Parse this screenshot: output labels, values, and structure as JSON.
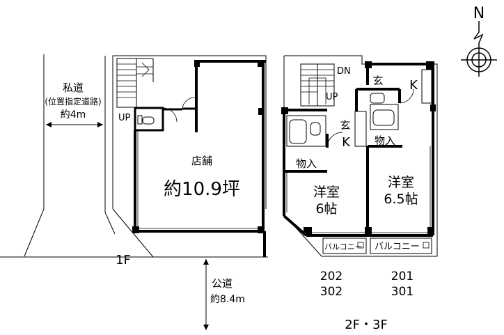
{
  "compass": {
    "north_label": "N"
  },
  "private_road": {
    "line1": "私道",
    "line2": "(位置指定道路)",
    "line3": "約4m"
  },
  "public_road": {
    "line1": "公道",
    "line2": "約8.4m"
  },
  "floor1": {
    "up_label": "UP",
    "shop_label": "店舗",
    "shop_area": "約10.9坪",
    "floor_label": "1F"
  },
  "floor23": {
    "dn_label": "DN",
    "up_label": "UP",
    "entrance_left": "玄",
    "entrance_right": "玄",
    "kitchen_left": "K",
    "kitchen_right": "K",
    "storage_left": "物入",
    "storage_right": "物入",
    "room_left_name": "洋室",
    "room_left_size": "6帖",
    "room_right_name": "洋室",
    "room_right_size": "6.5帖",
    "balcony_left": "バルコニー",
    "balcony_right": "バルコニー",
    "unit_left_line1": "202",
    "unit_left_line2": "302",
    "unit_right_line1": "201",
    "unit_right_line2": "301",
    "floor_label": "2F・3F"
  }
}
